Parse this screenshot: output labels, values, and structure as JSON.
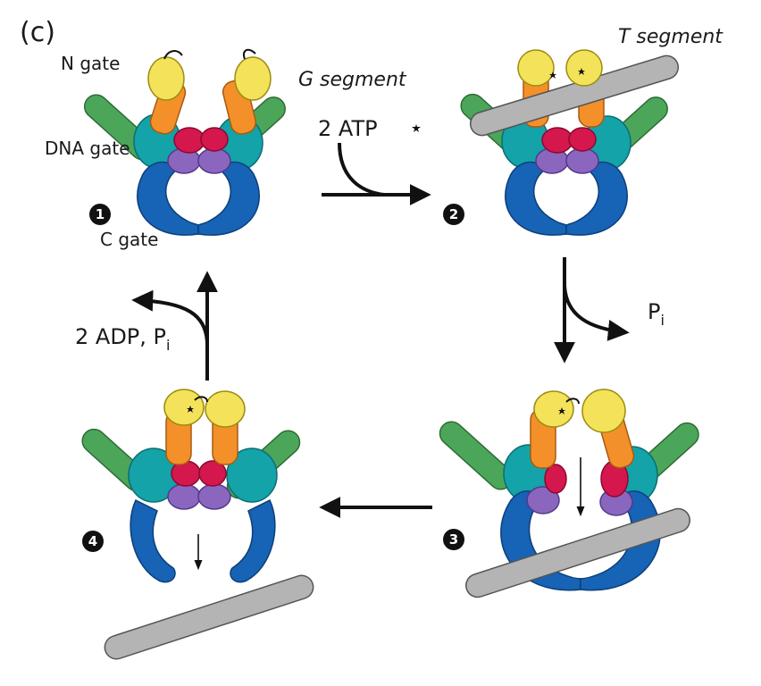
{
  "panel_label": "(c)",
  "labels": {
    "n_gate": "N gate",
    "dna_gate": "DNA gate",
    "c_gate": "C gate",
    "g_segment": "G segment",
    "t_segment": "T segment",
    "atp_in": "2 ATP",
    "pi_out_base": "P",
    "pi_out_sub": "i",
    "adp_out_base": "2 ADP, P",
    "adp_out_sub": "i"
  },
  "steps": [
    "1",
    "2",
    "3",
    "4"
  ],
  "colors": {
    "c_gate": "#1763b5",
    "dna_gate_teal": "#13a3a8",
    "g_segment_green": "#4ca65a",
    "n_gate_yellow": "#f3e25a",
    "atpase_orange": "#f4902a",
    "core_magenta": "#d4174d",
    "core_purple": "#8b66bf",
    "t_segment_gray": "#b4b4b4"
  }
}
